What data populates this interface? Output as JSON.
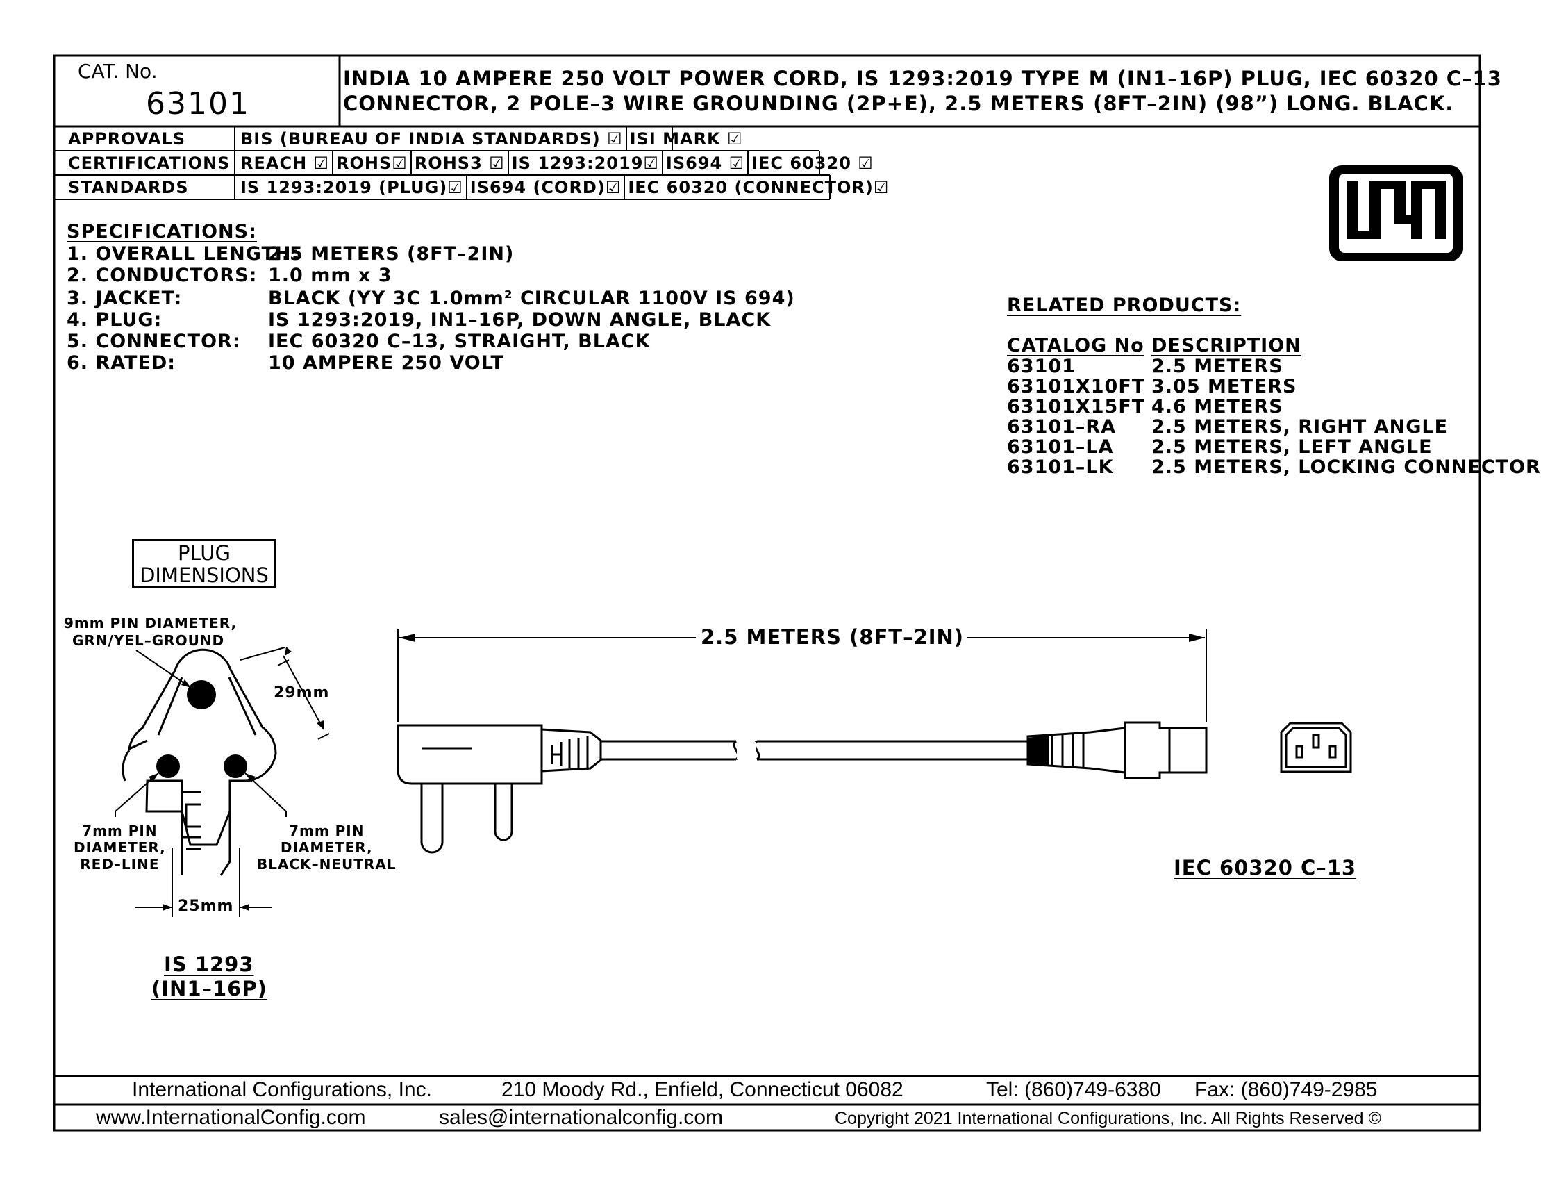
{
  "header": {
    "cat_label": "CAT. No.",
    "cat_number": "63101",
    "title_line1": "INDIA 10 AMPERE 250 VOLT POWER CORD, IS 1293:2019 TYPE M (IN1–16P) PLUG, IEC 60320 C–13",
    "title_line2": "CONNECTOR, 2 POLE–3 WIRE GROUNDING (2P+E), 2.5 METERS (8FT–2IN) (98”) LONG. BLACK."
  },
  "compliance": {
    "approvals": {
      "label": "APPROVALS",
      "items": [
        "BIS (BUREAU OF INDIA STANDARDS)",
        "ISI MARK"
      ]
    },
    "certifications": {
      "label": "CERTIFICATIONS",
      "items": [
        "REACH",
        "ROHS",
        "ROHS3",
        "IS 1293:2019",
        "IS694",
        "IEC 60320"
      ]
    },
    "standards": {
      "label": "STANDARDS",
      "items": [
        "IS 1293:2019 (PLUG)",
        "IS694 (CORD)",
        "IEC 60320 (CONNECTOR)"
      ]
    }
  },
  "logo": {
    "text": "ISI"
  },
  "specs": {
    "heading": "SPECIFICATIONS:",
    "rows": [
      {
        "label": "1. OVERALL LENGTH:",
        "value": "2.5 METERS (8FT–2IN)"
      },
      {
        "label": "2. CONDUCTORS:",
        "value": "1.0 mm x 3"
      },
      {
        "label": "3. JACKET:",
        "value": "BLACK (YY 3C 1.0mm² CIRCULAR 1100V IS 694)"
      },
      {
        "label": "4. PLUG:",
        "value": "IS 1293:2019, IN1–16P, DOWN ANGLE, BLACK"
      },
      {
        "label": "5. CONNECTOR:",
        "value": "IEC 60320 C–13, STRAIGHT, BLACK"
      },
      {
        "label": "6. RATED:",
        "value": "10 AMPERE 250 VOLT"
      }
    ]
  },
  "related": {
    "heading": "RELATED PRODUCTS:",
    "col_catalog": "CATALOG No",
    "col_description": "DESCRIPTION",
    "rows": [
      {
        "catalog": "63101",
        "description": "2.5 METERS"
      },
      {
        "catalog": "63101X10FT",
        "description": "3.05 METERS"
      },
      {
        "catalog": "63101X15FT",
        "description": "4.6 METERS"
      },
      {
        "catalog": "63101–RA",
        "description": "2.5 METERS, RIGHT ANGLE"
      },
      {
        "catalog": "63101–LA",
        "description": "2.5 METERS, LEFT ANGLE"
      },
      {
        "catalog": "63101–LK",
        "description": "2.5 METERS, LOCKING CONNECTOR"
      }
    ]
  },
  "plug_dimensions": {
    "box_line1": "PLUG",
    "box_line2": "DIMENSIONS",
    "ground_pin_line1": "9mm PIN DIAMETER,",
    "ground_pin_line2": "GRN/YEL–GROUND",
    "height_dim": "29mm",
    "left_pin_line1": "7mm PIN",
    "left_pin_line2": "DIAMETER,",
    "left_pin_line3": "RED–LINE",
    "right_pin_line1": "7mm PIN",
    "right_pin_line2": "DIAMETER,",
    "right_pin_line3": "BLACK–NEUTRAL",
    "width_dim": "25mm",
    "caption_line1": "IS 1293",
    "caption_line2": "(IN1–16P)"
  },
  "cord": {
    "length_label": "2.5 METERS (8FT–2IN)",
    "connector_caption": "IEC 60320 C–13"
  },
  "footer": {
    "company": "International Configurations, Inc.",
    "address": "210 Moody Rd., Enfield, Connecticut 06082",
    "phone": "Tel: (860)749-6380",
    "fax": "Fax: (860)749-2985",
    "website": "www.InternationalConfig.com",
    "email": "sales@internationalconfig.com",
    "copyright": "Copyright 2021 International Configurations, Inc. All Rights Reserved ©"
  }
}
